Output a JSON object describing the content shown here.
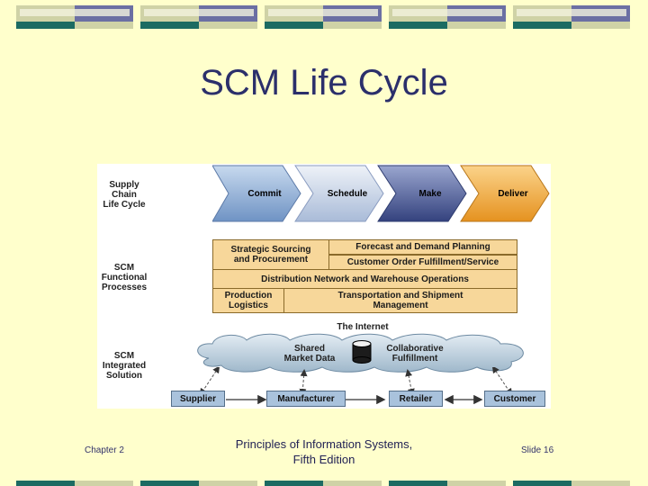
{
  "slide": {
    "title": "SCM Life Cycle",
    "footer_left": "Chapter 2",
    "footer_center_line1": "Principles of Information Systems,",
    "footer_center_line2": "Fifth Edition",
    "footer_right": "Slide 16"
  },
  "diagram": {
    "row_labels": {
      "life_cycle": [
        "Supply",
        "Chain",
        "Life Cycle"
      ],
      "functional": [
        "SCM",
        "Functional",
        "Processes"
      ],
      "integrated": [
        "SCM",
        "Integrated",
        "Solution"
      ]
    },
    "phases": [
      {
        "label": "Commit",
        "color": "#8fb0d6"
      },
      {
        "label": "Schedule",
        "color": "#c9d6ea"
      },
      {
        "label": "Make",
        "color": "#5a6aa6"
      },
      {
        "label": "Deliver",
        "color": "#f0a838"
      }
    ],
    "functions": {
      "strategic_sourcing_l1": "Strategic Sourcing",
      "strategic_sourcing_l2": "and Procurement",
      "forecast": "Forecast and Demand Planning",
      "customer_order": "Customer Order Fulfillment/Service",
      "distribution": "Distribution Network and Warehouse Operations",
      "production_l1": "Production",
      "production_l2": "Logistics",
      "transport_l1": "Transportation and Shipment",
      "transport_l2": "Management"
    },
    "internet": {
      "label": "The Internet",
      "shared_l1": "Shared",
      "shared_l2": "Market Data",
      "collab_l1": "Collaborative",
      "collab_l2": "Fulfillment"
    },
    "partners": [
      "Supplier",
      "Manufacturer",
      "Retailer",
      "Customer"
    ]
  },
  "colors": {
    "background": "#ffffcc",
    "title": "#2b2f6b",
    "function_box": "#f7d79a",
    "partner_box": "#a9c2dc",
    "cloud": "#b9cede"
  }
}
